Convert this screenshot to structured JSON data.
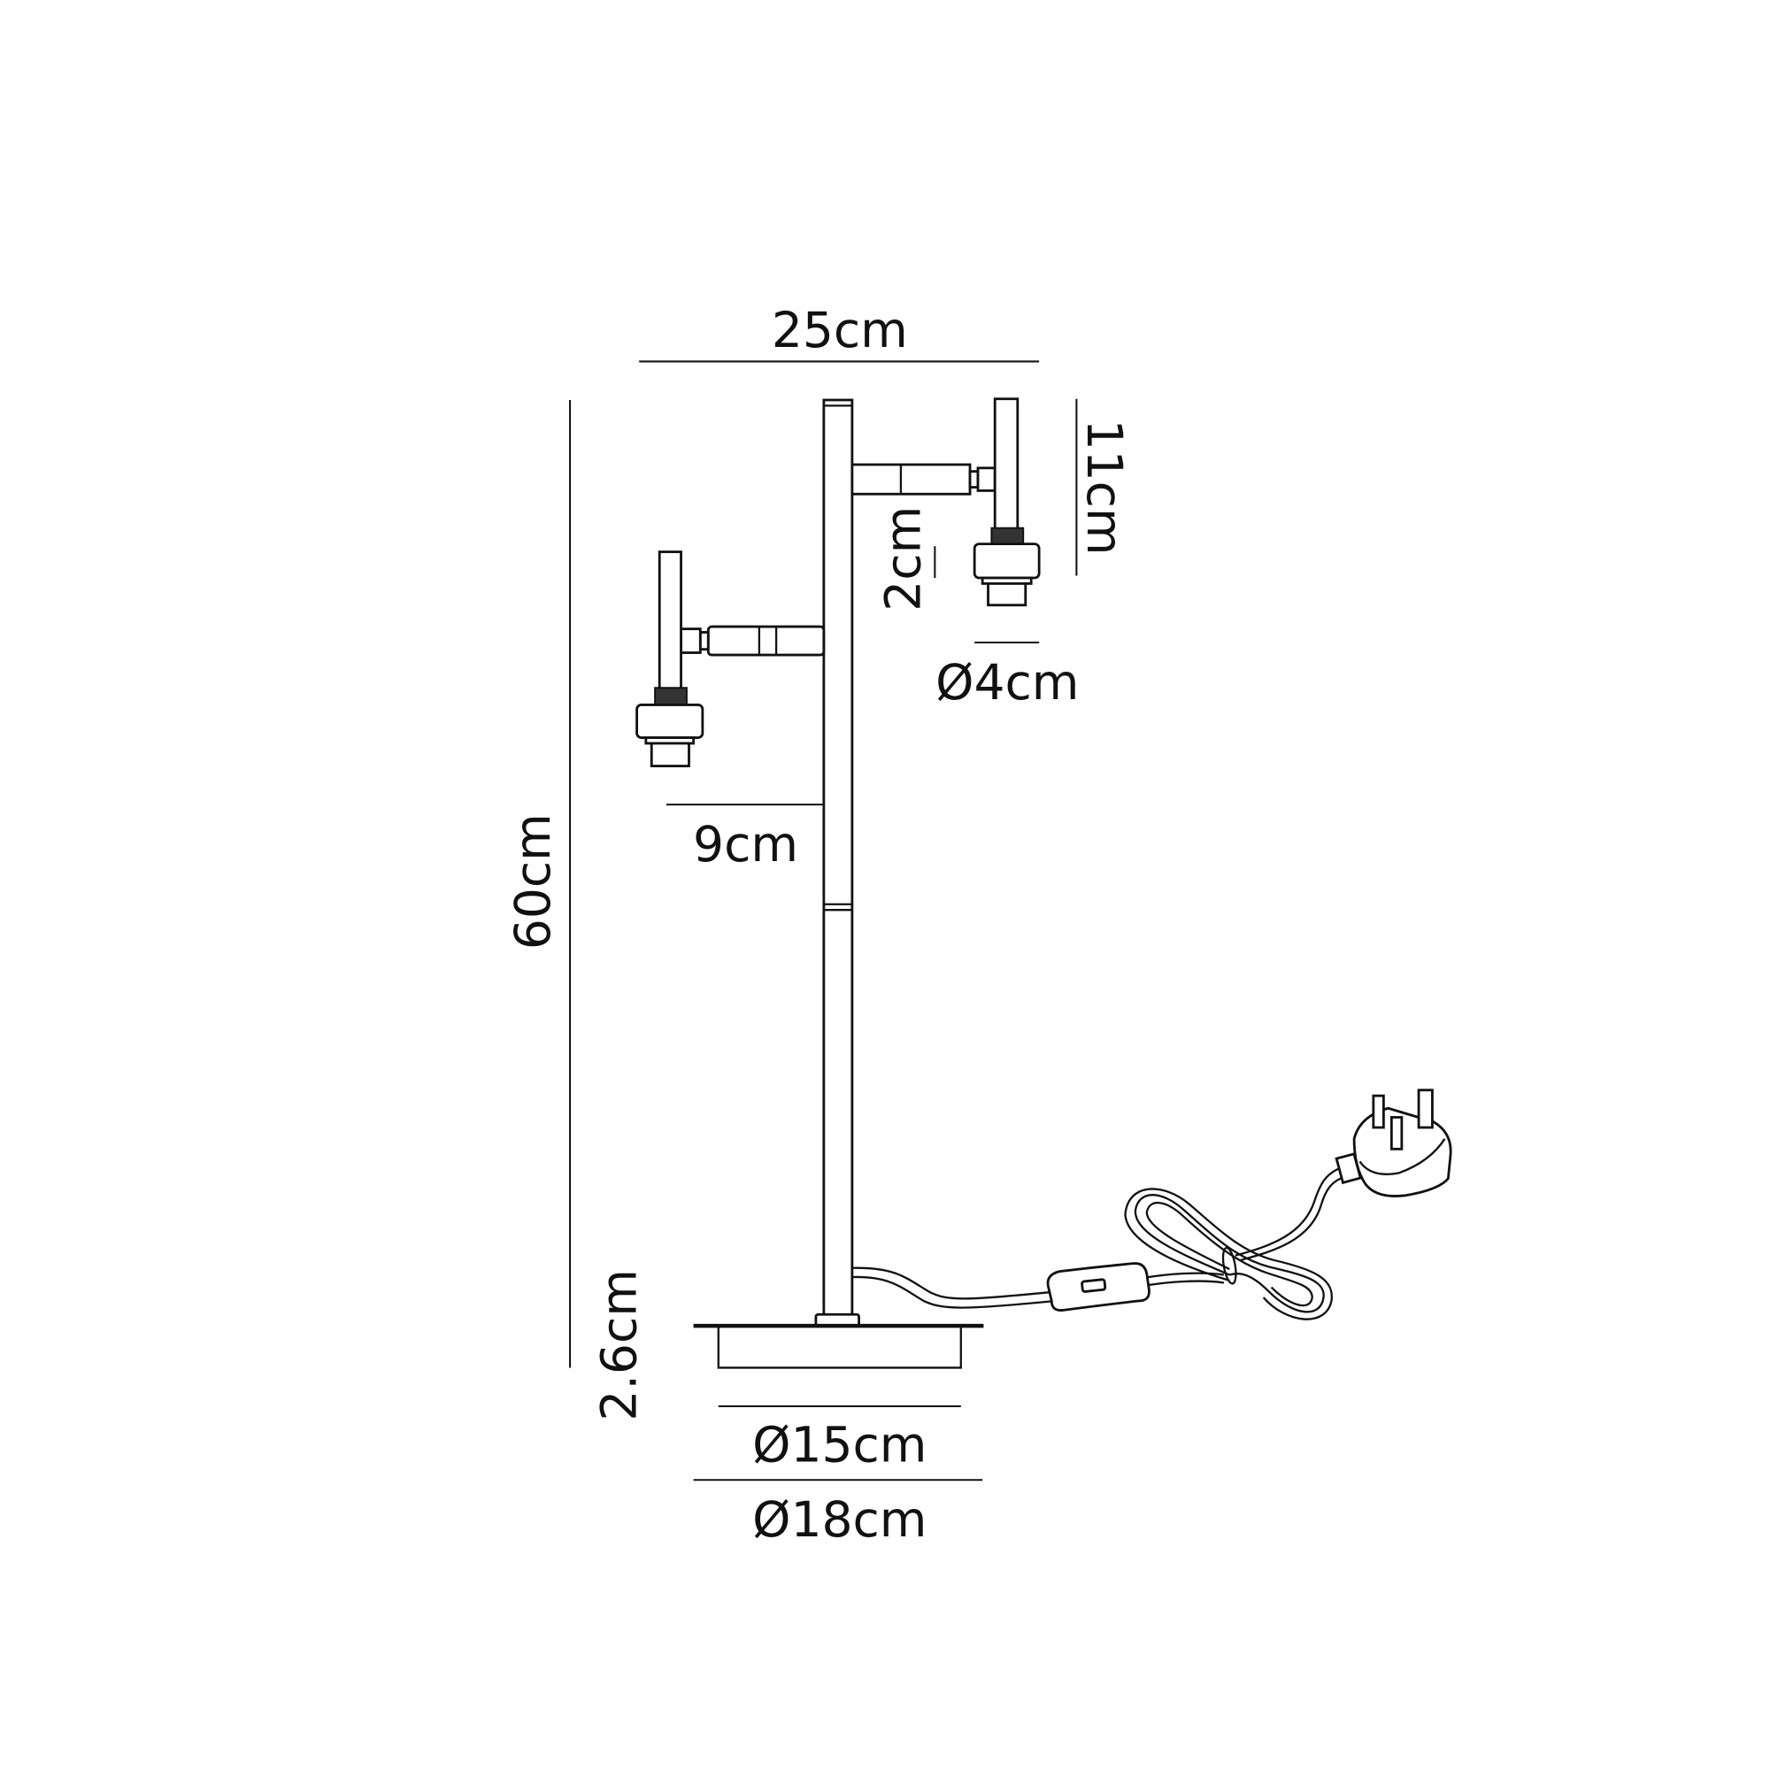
{
  "dimensions": {
    "width": "25cm",
    "height": "60cm",
    "head_height": "11cm",
    "head_gap": "2cm",
    "head_diameter": "Ø4cm",
    "arm_reach": "9cm",
    "base_height": "2.6cm",
    "base_inner_diameter": "Ø15cm",
    "base_outer_diameter": "Ø18cm"
  },
  "colors": {
    "line": "#111111",
    "background": "#ffffff"
  }
}
